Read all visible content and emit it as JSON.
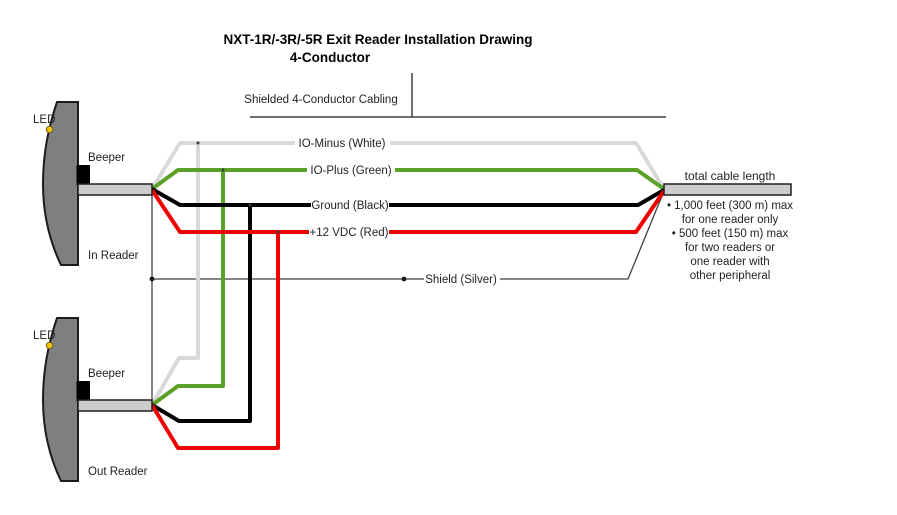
{
  "title": {
    "line1": "NXT-1R/-3R/-5R Exit Reader Installation Drawing",
    "line2": "4-Conductor"
  },
  "cabling": {
    "label": "Shielded 4-Conductor Cabling"
  },
  "readers": {
    "in": {
      "led_label": "LED",
      "beeper_label": "Beeper",
      "name": "In Reader"
    },
    "out": {
      "led_label": "LED",
      "beeper_label": "Beeper",
      "name": "Out Reader"
    }
  },
  "wires": [
    {
      "id": "io-minus",
      "label": "IO-Minus (White)",
      "color": "#d9d9d9"
    },
    {
      "id": "io-plus",
      "label": "IO-Plus (Green)",
      "color": "#5ba028"
    },
    {
      "id": "ground",
      "label": "Ground (Black)",
      "color": "#000000"
    },
    {
      "id": "plus12vdc",
      "label": "+12 VDC (Red)",
      "color": "#ee0000"
    }
  ],
  "shield": {
    "label": "Shield (Silver)",
    "color": "#3f3f3f"
  },
  "cable_note": {
    "heading": "total cable length",
    "lines": [
      "• 1,000 feet (300 m) max",
      "for one reader only",
      "• 500 feet (150 m) max",
      "for two readers or",
      "one reader with",
      "other peripheral"
    ]
  },
  "colors": {
    "reader_body": "#7f7f7f",
    "reader_outline": "#1c1c1c",
    "cable_fill": "#cccccc",
    "cable_outline": "#1f1f1f",
    "beeper": "#000000",
    "led": "#f0c000",
    "rule": "#404040",
    "text": "#231f20"
  }
}
